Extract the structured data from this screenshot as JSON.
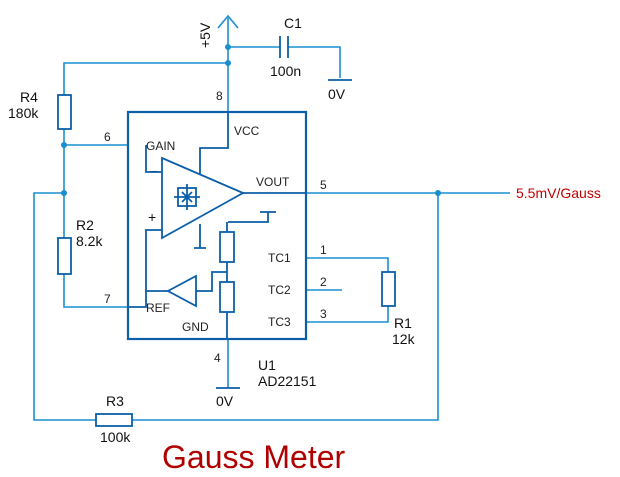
{
  "supply_label": "+5V",
  "c1": {
    "ref": "C1",
    "value": "100n",
    "ground": "0V"
  },
  "r1": {
    "ref": "R1",
    "value": "12k"
  },
  "r2": {
    "ref": "R2",
    "value": "8.2k"
  },
  "r3": {
    "ref": "R3",
    "value": "100k"
  },
  "r4": {
    "ref": "R4",
    "value": "180k"
  },
  "u1": {
    "ref": "U1",
    "part": "AD22151",
    "ground": "0V",
    "pins": {
      "gain": "GAIN",
      "vcc": "VCC",
      "vout": "VOUT",
      "ref": "REF",
      "gnd": "GND",
      "tc1": "TC1",
      "tc2": "TC2",
      "tc3": "TC3"
    },
    "pin_numbers": {
      "vcc": "8",
      "gain": "6",
      "vout": "5",
      "ref": "7",
      "tc1": "1",
      "tc2": "2",
      "tc3": "3",
      "gnd": "4"
    }
  },
  "output_label": "5.5mV/Gauss",
  "title": "Gauss Meter",
  "colors": {
    "wire": "#1a8fd0",
    "component": "#0b5fa8",
    "title": "#b00000",
    "output": "#c00000"
  }
}
